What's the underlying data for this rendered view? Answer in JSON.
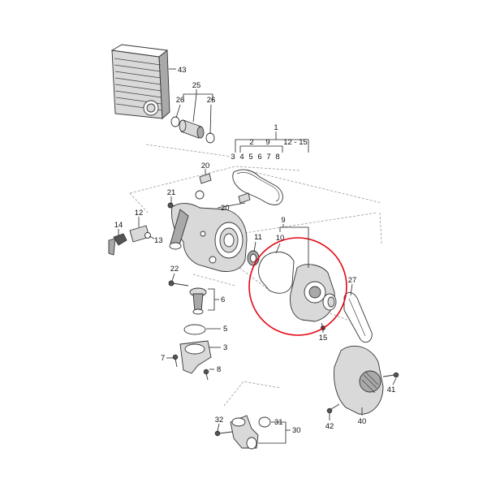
{
  "diagram": {
    "callouts": {
      "n1": "1",
      "n2": "2",
      "n3a": "3",
      "n4": "4",
      "n5a": "5",
      "n6a": "6",
      "n7a": "7",
      "n8a": "8",
      "n9a": "9",
      "n12_15": "12 - 15",
      "n43": "43",
      "n25": "25",
      "n26a": "26",
      "n26b": "26",
      "n20a": "20",
      "n20b": "20",
      "n21": "21",
      "n12": "12",
      "n14": "14",
      "n13": "13",
      "n11": "11",
      "n9b": "9",
      "n10": "10",
      "n22": "22",
      "n6b": "6",
      "n5b": "5",
      "n3b": "3",
      "n7b": "7",
      "n8b": "8",
      "n27": "27",
      "n15": "15",
      "n41": "41",
      "n42": "42",
      "n40": "40",
      "n32": "32",
      "n31": "31",
      "n30": "30"
    },
    "highlight_color": "#e30613"
  }
}
